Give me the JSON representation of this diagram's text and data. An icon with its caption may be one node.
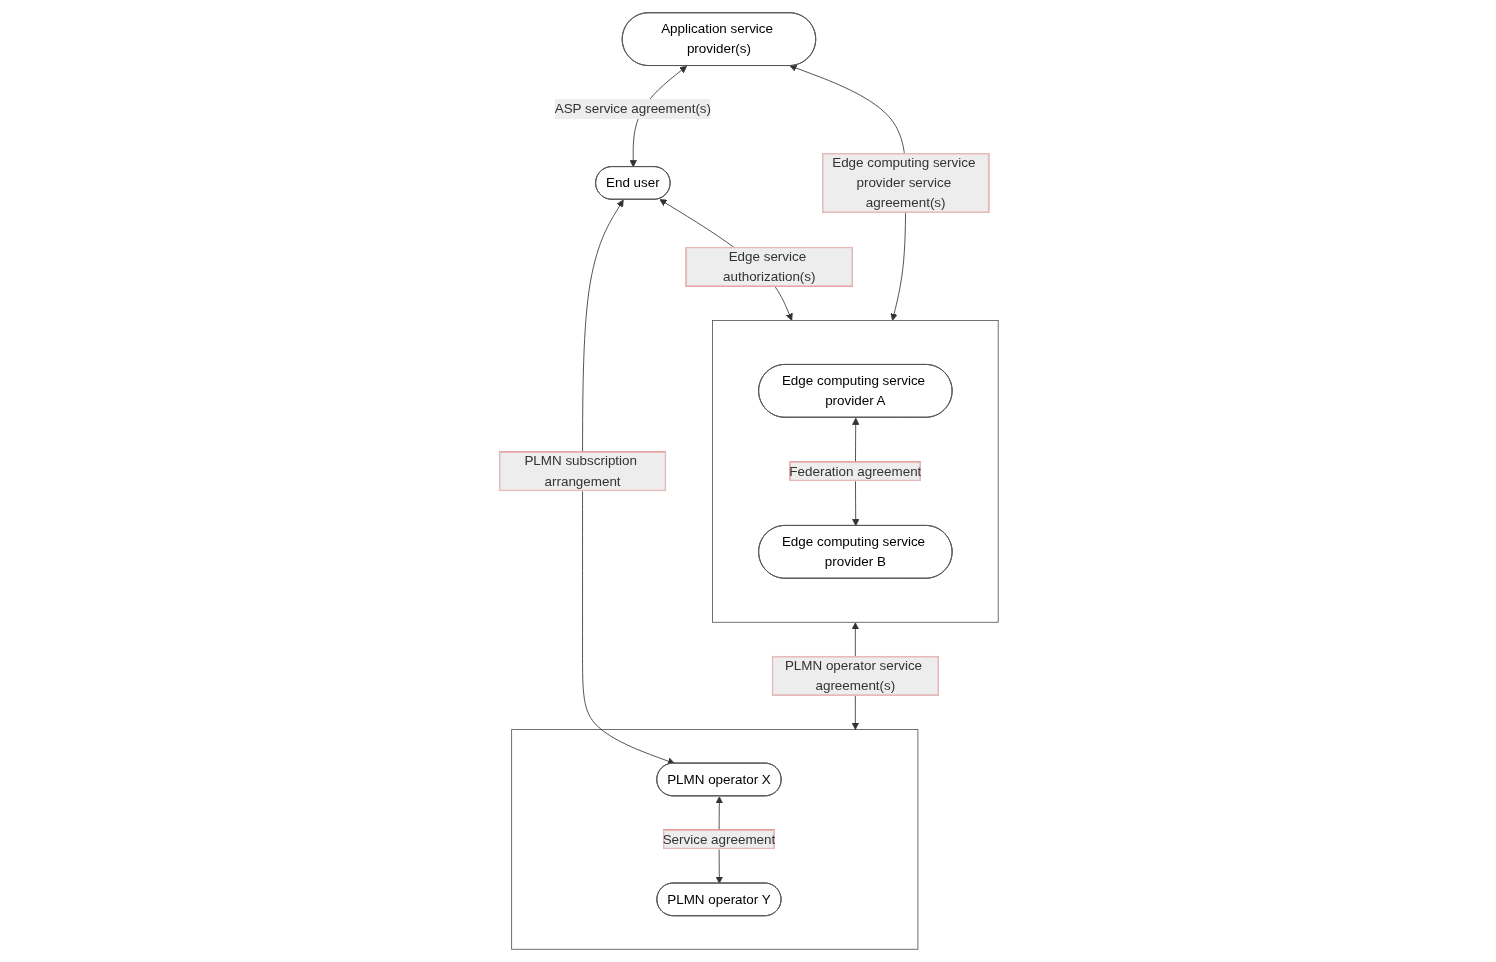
{
  "diagram": {
    "nodes": [
      {
        "text": [
          "Application service provider(s)"
        ]
      },
      {
        "text": [
          "End user"
        ]
      },
      {
        "text": [],
        "shape": "box"
      },
      {
        "text": [
          "Edge computing service provider A"
        ],
        "in": 2
      },
      {
        "text": [
          "Edge computing service provider B"
        ],
        "in": 2
      },
      {
        "text": [],
        "shape": "box"
      },
      {
        "text": [
          "PLMN operator X"
        ],
        "in": 5
      },
      {
        "text": [
          "PLMN operator Y"
        ],
        "in": 5
      }
    ],
    "edges": [
      {
        "from": 0,
        "to": 1,
        "arrow": "both",
        "label": "ASP service agreement(s)"
      },
      {
        "from": 0,
        "to": 2,
        "arrow": "both",
        "label": "Edge computing service provider service agreement(s)"
      },
      {
        "from": 1,
        "to": 2,
        "arrow": "both",
        "label": "Edge service authorization(s)"
      },
      {
        "from": 1,
        "to": 6,
        "arrow": "both",
        "label": "PLMN subscription arrangement"
      },
      {
        "from": 3,
        "to": 4,
        "arrow": "both",
        "label": "Federation agreement"
      },
      {
        "from": 2,
        "to": 5,
        "arrow": "both",
        "label": "PLMN operator service agreement(s)"
      },
      {
        "from": 6,
        "to": 7,
        "arrow": "both",
        "label": "Service agreement"
      }
    ]
  }
}
